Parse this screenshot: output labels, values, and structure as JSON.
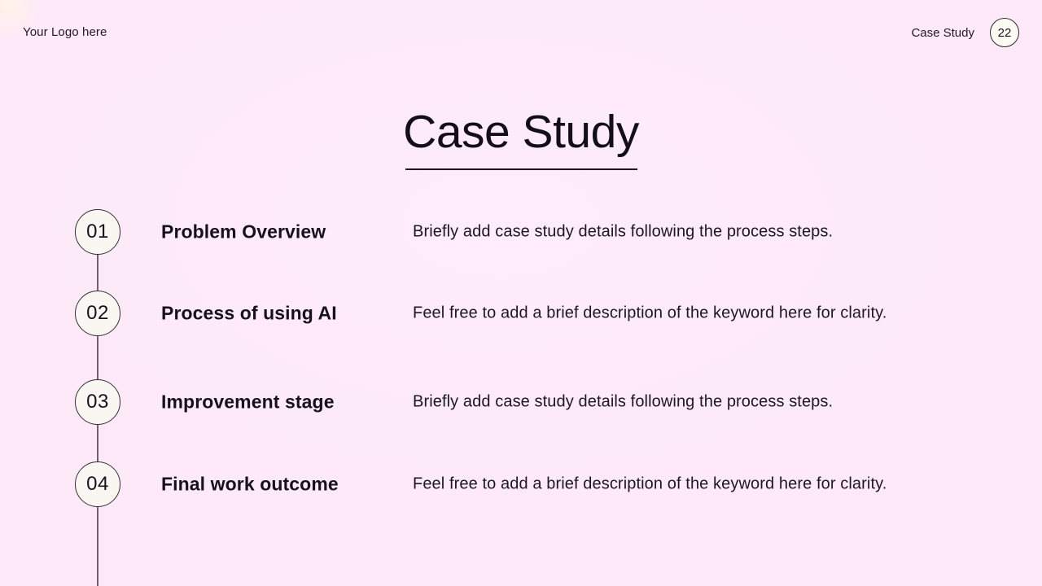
{
  "header": {
    "logo_text": "Your Logo here",
    "section_label": "Case Study",
    "page_number": "22"
  },
  "title": {
    "text": "Case Study"
  },
  "steps": [
    {
      "number": "01",
      "title": "Problem Overview",
      "description": "Briefly add case study details following the process steps."
    },
    {
      "number": "02",
      "title": "Process of using AI",
      "description": "Feel free to add a brief description of the keyword here for clarity."
    },
    {
      "number": "03",
      "title": "Improvement stage",
      "description": "Briefly add case study details following the process steps."
    },
    {
      "number": "04",
      "title": "Final work outcome",
      "description": "Feel free to add a brief description of the keyword here for clarity."
    }
  ],
  "colors": {
    "background": "#fde9f8",
    "text": "#18111e",
    "circle_fill": "#faf7f2",
    "circle_border": "#332c39",
    "timeline_line": "#6e6070"
  }
}
